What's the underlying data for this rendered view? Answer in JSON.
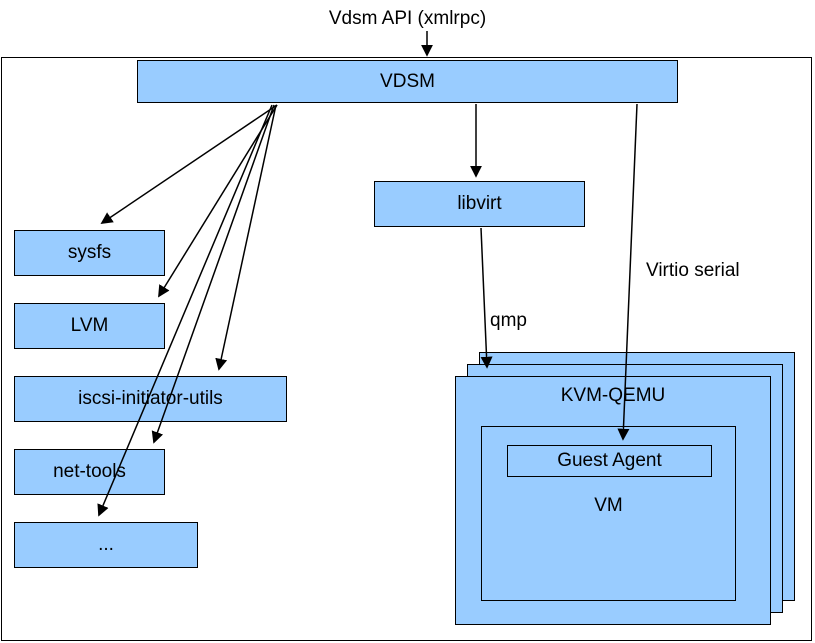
{
  "title": "Vdsm API (xmlrpc)",
  "colors": {
    "box_fill": "#99ccff",
    "border": "#000000",
    "background": "#ffffff"
  },
  "nodes": {
    "vdsm": "VDSM",
    "libvirt": "libvirt",
    "sysfs": "sysfs",
    "lvm": "LVM",
    "iscsi": "iscsi-initiator-utils",
    "net_tools": "net-tools",
    "ellipsis": "...",
    "kvm_qemu": "KVM-QEMU",
    "guest_agent": "Guest Agent",
    "vm": "VM"
  },
  "edge_labels": {
    "qmp": "qmp",
    "virtio": "Virtio serial"
  }
}
